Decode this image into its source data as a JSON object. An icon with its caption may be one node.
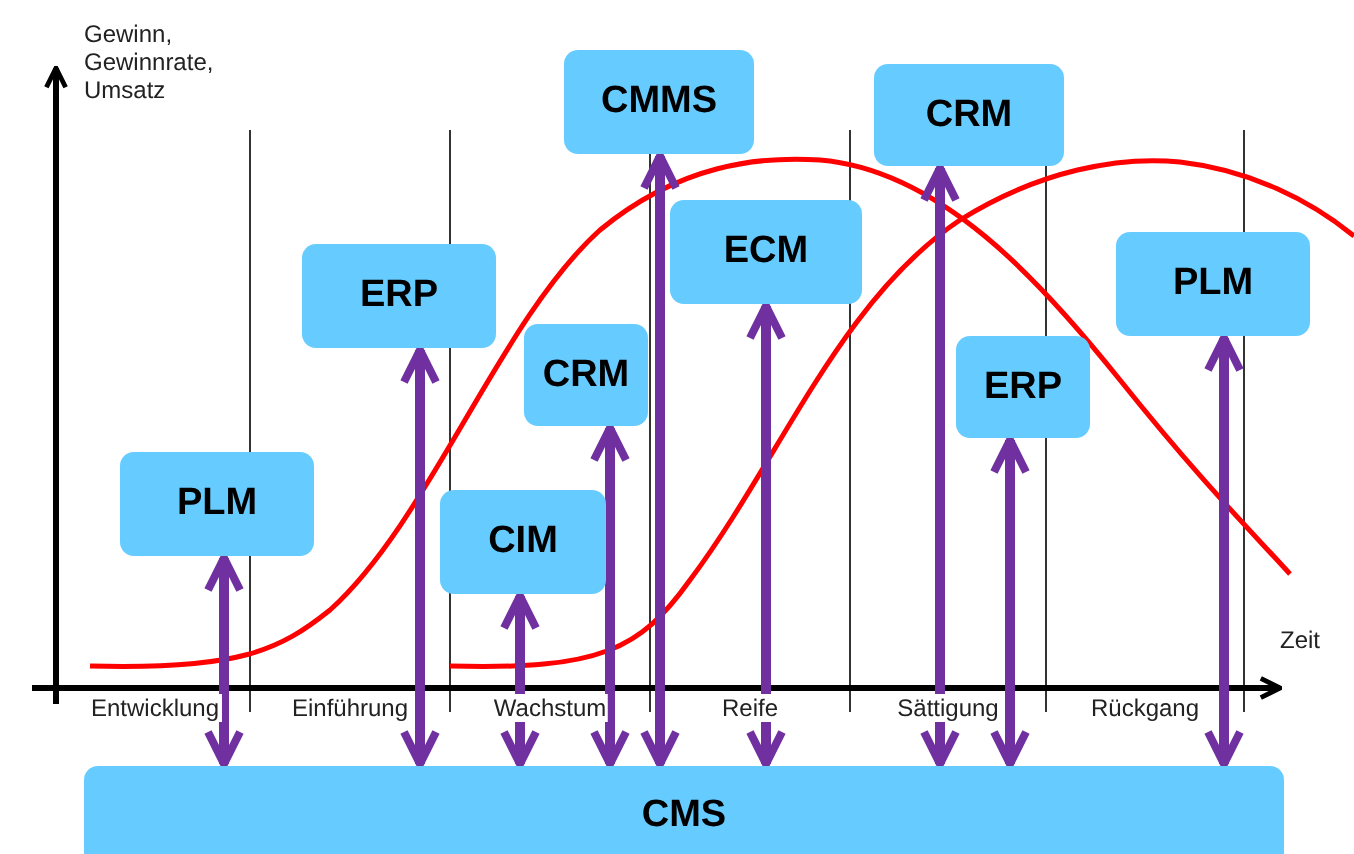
{
  "diagram": {
    "nodes": [
      {
        "text": [
          "CMMS"
        ]
      },
      {
        "text": [
          "CRM"
        ]
      },
      {
        "text": [
          "ECM"
        ]
      },
      {
        "text": [
          "ERP"
        ]
      },
      {
        "text": [
          "PLM"
        ]
      },
      {
        "text": [
          "CRM"
        ]
      },
      {
        "text": [
          "ERP"
        ]
      },
      {
        "text": [
          "PLM"
        ]
      },
      {
        "text": [
          "CIM"
        ]
      },
      {
        "text": [
          "CMS"
        ]
      }
    ],
    "edges": [
      {
        "from": 0,
        "to": 9,
        "arrow": "both"
      },
      {
        "from": 1,
        "to": 9,
        "arrow": "both"
      },
      {
        "from": 2,
        "to": 9,
        "arrow": "both"
      },
      {
        "from": 3,
        "to": 9,
        "arrow": "both"
      },
      {
        "from": 4,
        "to": 9,
        "arrow": "both"
      },
      {
        "from": 5,
        "to": 9,
        "arrow": "both"
      },
      {
        "from": 6,
        "to": 9,
        "arrow": "both"
      },
      {
        "from": 7,
        "to": 9,
        "arrow": "both"
      },
      {
        "from": 8,
        "to": 9,
        "arrow": "both"
      }
    ],
    "labels": [
      "Gewinn, Gewinnrate, Umsatz",
      "Zeit",
      "Entwicklung",
      "Einführung",
      "Wachstum",
      "Reife",
      "Sättigung",
      "Rückgang"
    ]
  }
}
